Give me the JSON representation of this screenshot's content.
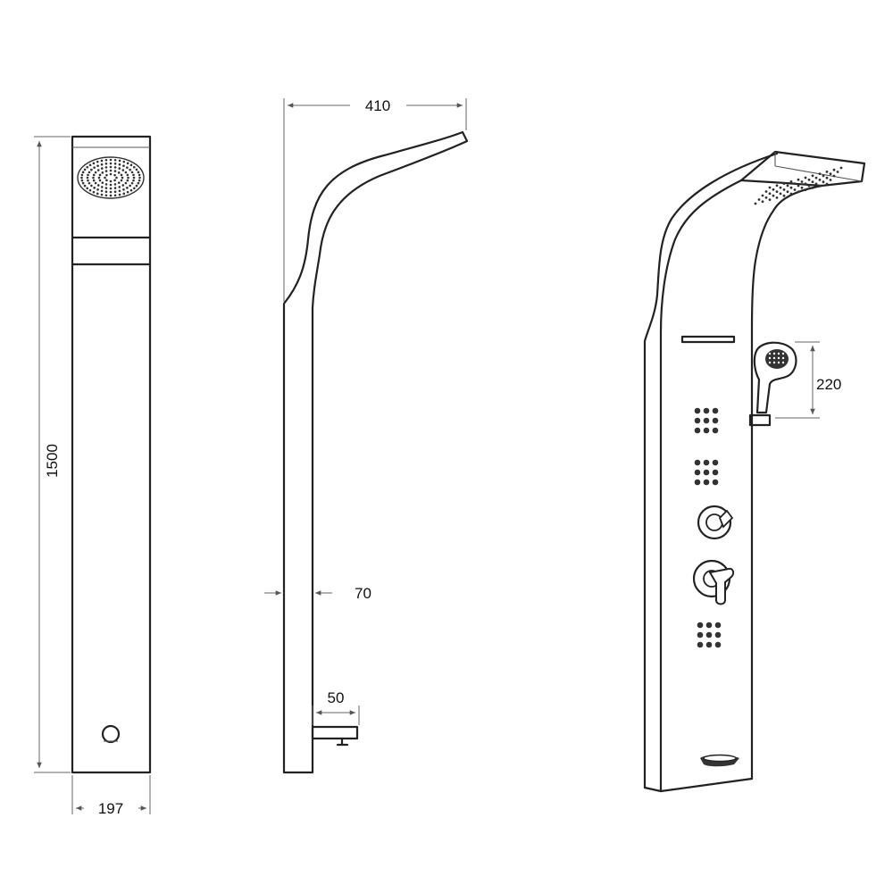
{
  "dimensions": {
    "height": "1500",
    "width": "197",
    "reach": "410",
    "depth": "70",
    "spout": "50",
    "handset": "220"
  },
  "colors": {
    "line": "#222222",
    "dimension": "#666666",
    "background": "#ffffff"
  }
}
